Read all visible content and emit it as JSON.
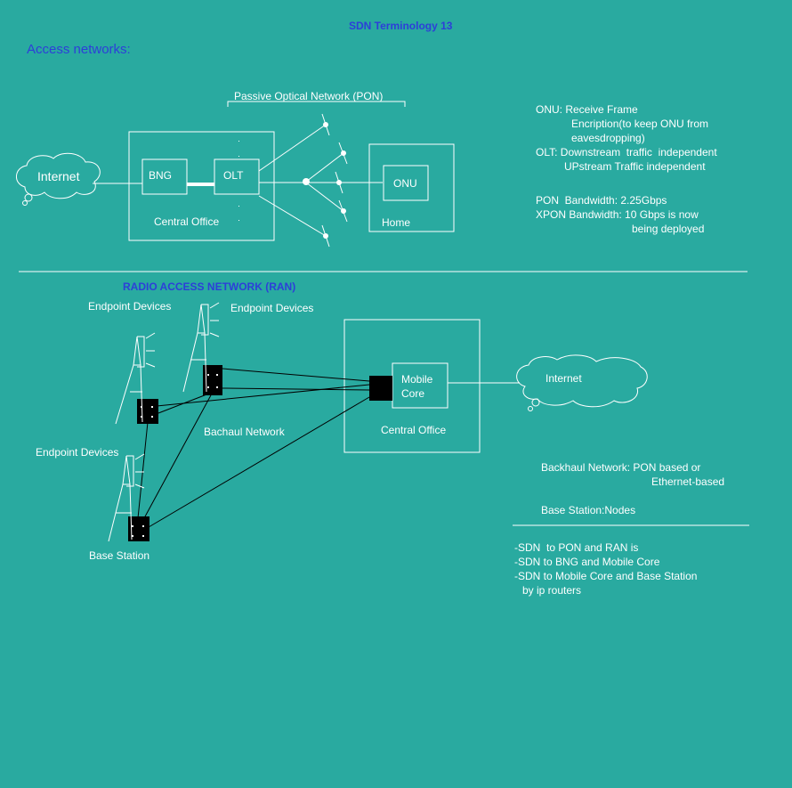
{
  "title": "SDN Terminology 13",
  "access_heading": "Access networks:",
  "pon": {
    "brace_label": "Passive Optical Network (PON)",
    "internet": "Internet",
    "bng": "BNG",
    "olt": "OLT",
    "central_office": "Central Office",
    "onu": "ONU",
    "home": "Home"
  },
  "pon_notes": [
    "ONU: Receive Frame",
    "Encription(to keep ONU from",
    "eavesdropping)",
    "OLT: Downstream  traffic  independent",
    "UPstream Traffic independent",
    "PON  Bandwidth: 2.25Gbps",
    "XPON Bandwidth: 10 Gbps is now",
    "being deployed"
  ],
  "ran": {
    "heading": "RADIO ACCESS NETWORK (RAN)",
    "endpoint_1": "Endpoint Devices",
    "endpoint_2": "Endpoint Devices",
    "endpoint_3": "Endpoint Devices",
    "backhaul": "Bachaul Network",
    "base_station": "Base Station",
    "mobile_core_line1": "Mobile",
    "mobile_core_line2": "Core",
    "central_office": "Central Office",
    "internet": "Internet"
  },
  "ran_notes": {
    "backhaul_1": "Backhaul Network: PON based or",
    "backhaul_2": "Ethernet-based",
    "base_station": "Base Station:Nodes",
    "sdn_1": "-SDN  to PON and RAN is",
    "sdn_2": "-SDN to BNG and Mobile Core",
    "sdn_3": "-SDN to Mobile Core and Base Station",
    "sdn_4": "by ip routers"
  },
  "colors": {
    "background": "#29aaa0",
    "heading": "#2d3fd8",
    "line": "#ffffff",
    "node": "#000000"
  }
}
